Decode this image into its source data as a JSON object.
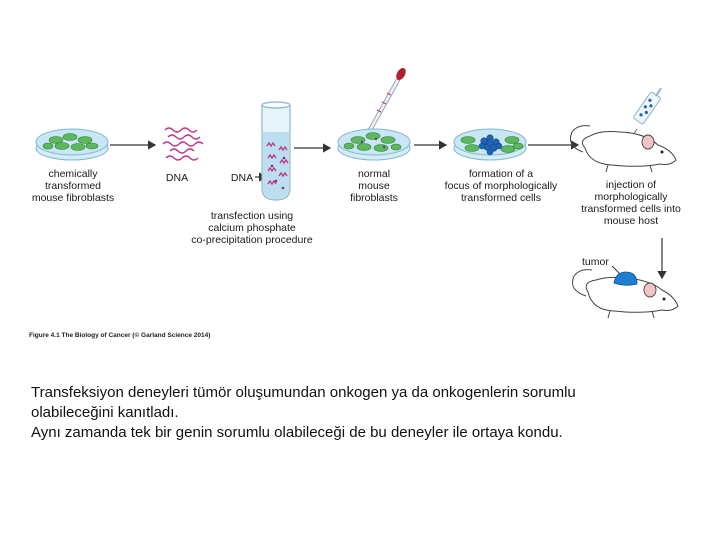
{
  "figure": {
    "labels": {
      "donor_cells": [
        "chemically",
        "transformed",
        "mouse fibroblasts"
      ],
      "dna_1": "DNA",
      "dna_2": "DNA",
      "normal_cells": [
        "normal",
        "mouse",
        "fibroblasts"
      ],
      "focus": [
        "formation of a",
        "focus of morphologically",
        "transformed cells"
      ],
      "injection": [
        "injection of",
        "morphologically",
        "transformed cells into",
        "mouse host"
      ],
      "transfection": [
        "transfection using",
        "calcium phosphate",
        "co-precipitation procedure"
      ],
      "tumor": "tumor"
    },
    "caption": "Figure 4.1 The Biology of Cancer (© Garland Science 2014)"
  },
  "text": {
    "line1": "Transfeksiyon deneyleri tümör oluşumundan onkogen ya da onkogenlerin sorumlu",
    "line2": "olabileceğini kanıtladı.",
    "line3": "Aynı zamanda tek bir genin sorumlu olabileceği de bu deneyler ile ortaya kondu."
  },
  "colors": {
    "cell_green": "#5cb85c",
    "dish_blue": "#c9e6f4",
    "dna_pink": "#c0398a",
    "tumor_blue": "#1e7fd0",
    "mouse_ear": "#f2c4c8"
  }
}
